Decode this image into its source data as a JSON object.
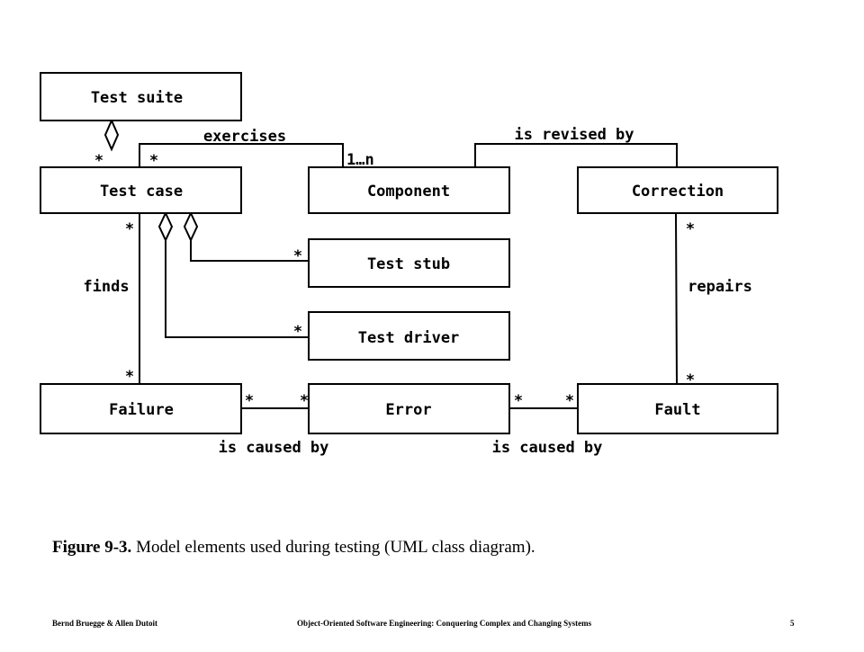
{
  "classes": {
    "test_suite": "Test suite",
    "test_case": "Test case",
    "component": "Component",
    "correction": "Correction",
    "test_stub": "Test stub",
    "test_driver": "Test driver",
    "failure": "Failure",
    "error": "Error",
    "fault": "Fault"
  },
  "associations": {
    "exercises": "exercises",
    "is_revised_by": "is revised by",
    "finds": "finds",
    "repairs": "repairs",
    "is_caused_by_1": "is caused by",
    "is_caused_by_2": "is caused by"
  },
  "multiplicities": {
    "suite_case": "*",
    "case_exercises": "*",
    "component_one_to_n": "1…n",
    "case_finds": "*",
    "stub": "*",
    "driver": "*",
    "failure_finds": "*",
    "failure_error": "*",
    "error_failure": "*",
    "error_fault": "*",
    "fault_error": "*",
    "correction_repairs": "*",
    "fault_repairs": "*"
  },
  "caption": {
    "label": "Figure 9-3.",
    "text": " Model elements used during testing (UML class diagram)."
  },
  "footer": {
    "authors": "Bernd Bruegge & Allen Dutoit",
    "book": "Object-Oriented Software Engineering: Conquering Complex and Changing Systems",
    "page": "5"
  }
}
